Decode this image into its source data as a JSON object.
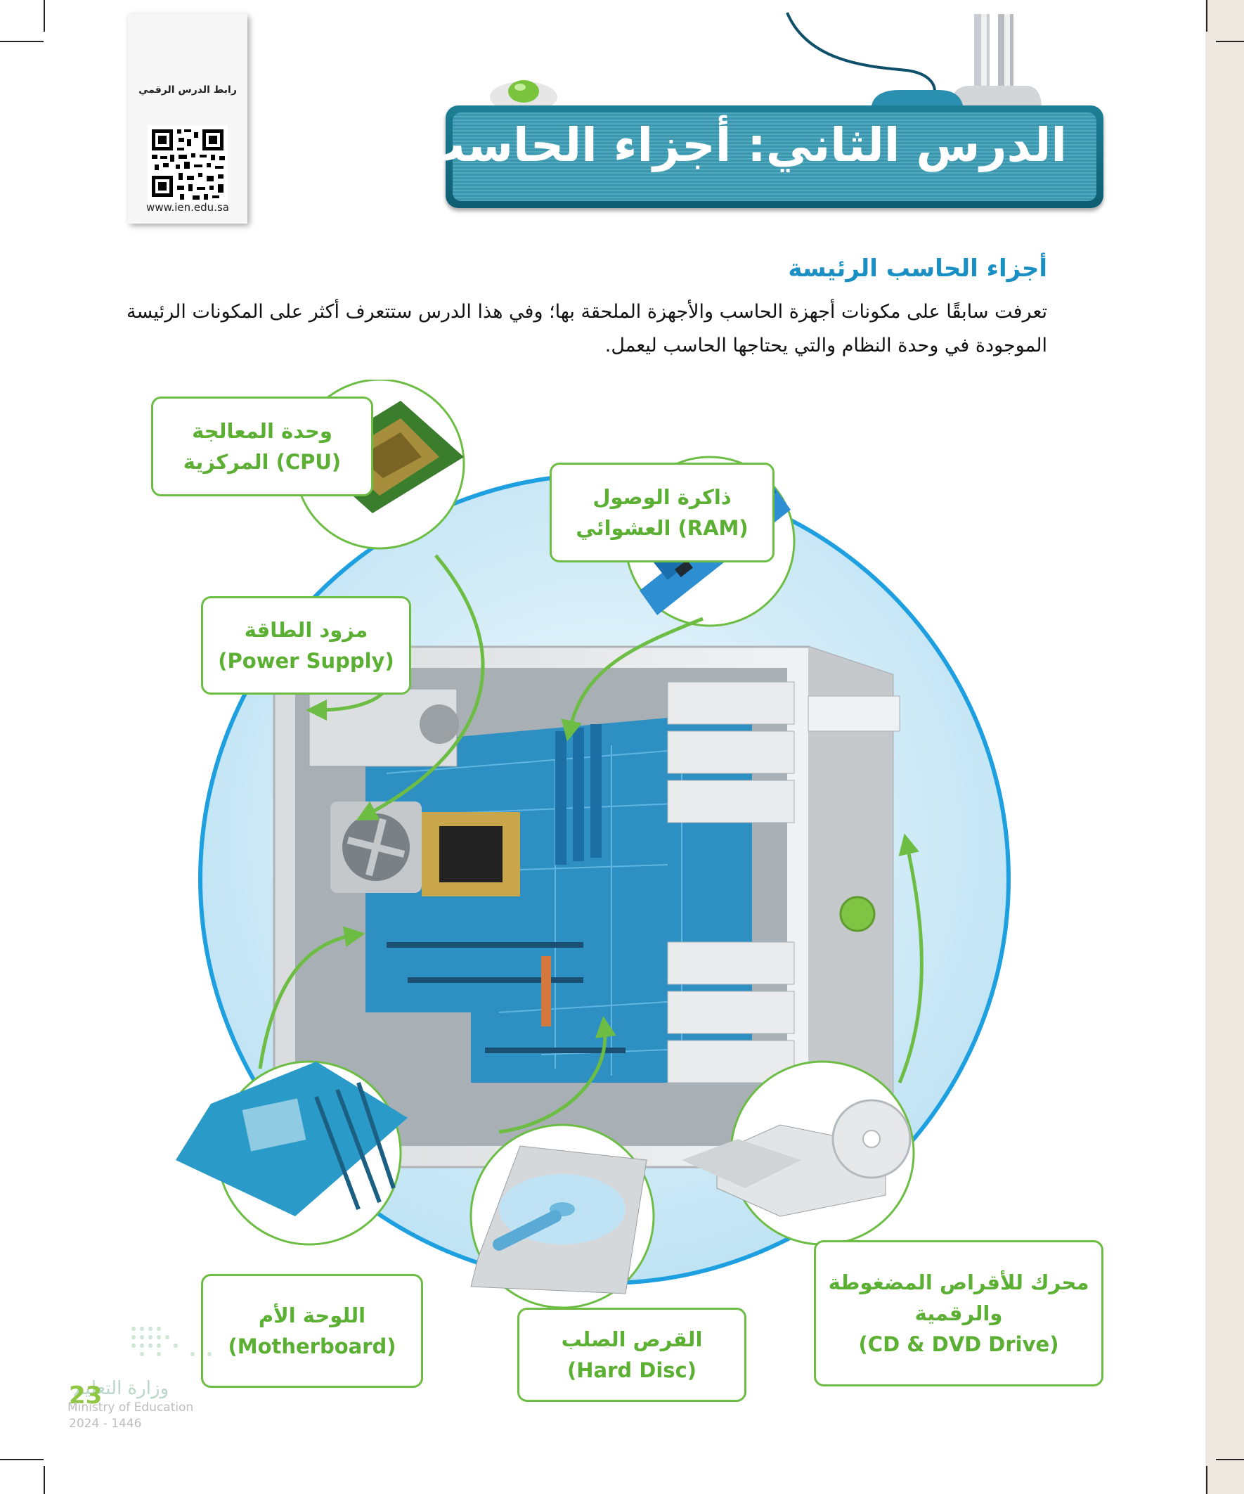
{
  "qr_card": {
    "label": "رابط الدرس الرقمي",
    "url": "www.ien.edu.sa"
  },
  "lesson": {
    "title": "الدرس الثاني: أجزاء الحاسب"
  },
  "section": {
    "heading": "أجزاء الحاسب الرئيسة",
    "intro": "تعرفت سابقًا على مكونات أجهزة الحاسب والأجهزة الملحقة بها؛ وفي هذا الدرس ستتعرف أكثر على المكونات الرئيسة الموجودة في وحدة النظام والتي يحتاجها الحاسب ليعمل."
  },
  "components": {
    "cpu": {
      "line1": "وحدة المعالجة",
      "line2": "المركزية (CPU)"
    },
    "ram": {
      "line1": "ذاكرة الوصول",
      "line2": "العشوائي (RAM)"
    },
    "power": {
      "line1": "مزود الطاقة",
      "line2": "(Power Supply)"
    },
    "motherboard": {
      "line1": "اللوحة الأم",
      "line2": "(Motherboard)"
    },
    "harddisk": {
      "line1": "القرص الصلب",
      "line2": "(Hard Disc)"
    },
    "drive": {
      "line1": "محرك للأقراص المضغوطة",
      "line2": "والرقمية",
      "line3": "(CD & DVD Drive)"
    }
  },
  "footer": {
    "page_number": "23",
    "ministry_ar": "وزارة التعليم",
    "ministry_en": "Ministry of Education",
    "year": "2024 - 1446"
  },
  "colors": {
    "accent_green": "#5bb033",
    "heading_blue": "#1a8fc3",
    "banner_teal": "#1d7f95",
    "circle_blue": "#cfe9f6"
  }
}
